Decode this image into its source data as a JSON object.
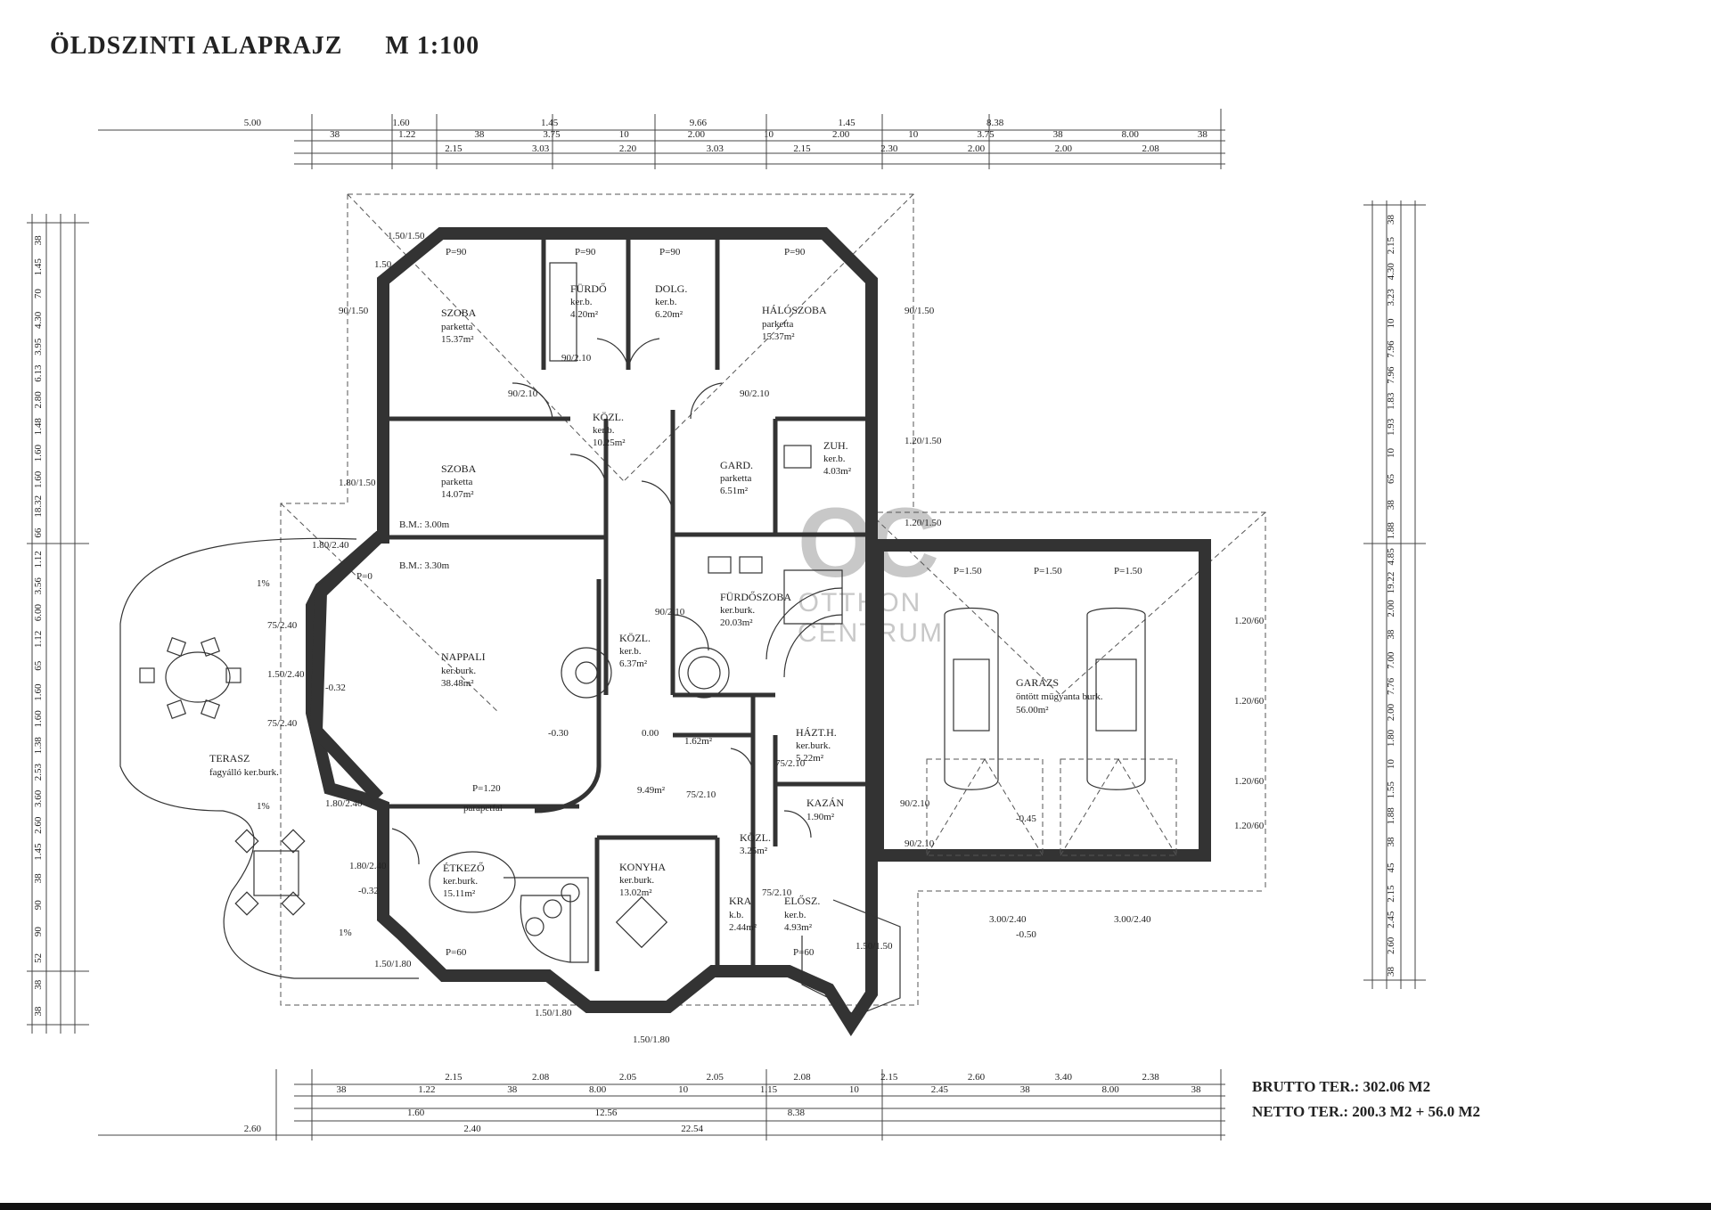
{
  "title": {
    "main": "ÖLDSZINTI ALAPRAJZ",
    "scale": "M 1:100"
  },
  "areas": {
    "brutto": "BRUTTO TER.: 302.06 M2",
    "netto": "NETTO TER.: 200.3 M2 + 56.0 M2"
  },
  "watermark": {
    "logo": "OC",
    "line1": "OTTHON",
    "line2": "CENTRUM"
  },
  "rooms": {
    "szoba1": {
      "name": "SZOBA",
      "floor": "parketta",
      "area": "15.37m²"
    },
    "furdo": {
      "name": "FÜRDŐ",
      "floor": "ker.b.",
      "area": "4.20m²"
    },
    "dolg": {
      "name": "DOLG.",
      "floor": "ker.b.",
      "area": "6.20m²"
    },
    "haloszoba": {
      "name": "HÁLÓSZOBA",
      "floor": "parketta",
      "area": "15.37m²"
    },
    "szoba2": {
      "name": "SZOBA",
      "floor": "parketta",
      "area": "14.07m²"
    },
    "kozl1": {
      "name": "KÖZL.",
      "floor": "ker.b.",
      "area": "10.25m²"
    },
    "gard": {
      "name": "GARD.",
      "floor": "parketta",
      "area": "6.51m²"
    },
    "zuh": {
      "name": "ZUH.",
      "floor": "ker.b.",
      "area": "4.03m²"
    },
    "furdoszoba": {
      "name": "FÜRDŐSZOBA",
      "floor": "ker.burk.",
      "area": "20.03m²"
    },
    "nappali": {
      "name": "NAPPALI",
      "floor": "ker.burk.",
      "area": "38.48m²"
    },
    "kozl2": {
      "name": "KÖZL.",
      "floor": "ker.b.",
      "area": "6.37m²"
    },
    "wc": {
      "name": "",
      "floor": "",
      "area": "1.62m²"
    },
    "haztb": {
      "name": "HÁZT.H.",
      "floor": "ker.burk.",
      "area": "5.22m²"
    },
    "garazs": {
      "name": "GARÁZS",
      "floor": "öntött műgyanta burk.",
      "area": "56.00m²"
    },
    "terasz": {
      "name": "TERASZ",
      "floor": "fagyálló ker.burk."
    },
    "etkezo": {
      "name": "ÉTKEZŐ",
      "floor": "ker.burk.",
      "area": "15.11m²"
    },
    "hall": {
      "area": "9.49m²"
    },
    "konyha": {
      "name": "KONYHA",
      "floor": "ker.burk.",
      "area": "13.02m²"
    },
    "kozl3": {
      "name": "KÖZL.",
      "area": "3.25m²"
    },
    "kamra": {
      "name": "KRA",
      "floor": "k.b.",
      "area": "2.44m²"
    },
    "elosz": {
      "name": "ELŐSZ.",
      "floor": "ker.b.",
      "area": "4.93m²"
    },
    "kazan": {
      "name": "KAZÁN",
      "area": "1.90m²"
    }
  },
  "labels": {
    "bm1": "B.M.: 3.00m",
    "bm2": "B.M.: 3.30m",
    "parapet": "parapetfal",
    "slope1": "1%",
    "slope2": "1%",
    "slope3": "1%",
    "lvl_nappali": "-0.30",
    "lvl_hall": "0.00",
    "lvl_garage": "-0.45",
    "lvl_out": "-0.50",
    "lvl_t1": "-0.32",
    "lvl_t2": "-0.32"
  },
  "openings": {
    "p90": "P=90",
    "p150": "P=1.50",
    "p120": "P=1.20",
    "p60": "P=60",
    "p0": "P=0"
  },
  "dims_top_row1": [
    "5.00",
    "1.60",
    "1.45",
    "9.66",
    "1.45",
    "8.38"
  ],
  "dims_top_row2": [
    "38",
    "1.22",
    "38",
    "3.75",
    "10",
    "2.00",
    "10",
    "2.00",
    "10",
    "3.75",
    "38",
    "8.00",
    "38"
  ],
  "dims_top_row3": [
    "2.15",
    "3.03",
    "2.20",
    "3.03",
    "2.15",
    "2.30",
    "2.00",
    "2.00",
    "2.08"
  ],
  "dims_bottom_row1": [
    "2.15",
    "2.08",
    "2.05",
    "2.05",
    "2.08",
    "2.15",
    "2.60",
    "3.40",
    "2.38"
  ],
  "dims_bottom_row2": [
    "38",
    "1.22",
    "38",
    "8.00",
    "10",
    "1.15",
    "10",
    "2.45",
    "38",
    "8.00",
    "38"
  ],
  "dims_bottom_row3": [
    "1.60",
    "12.56",
    "8.38"
  ],
  "dims_bottom_row4": [
    "2.60",
    "2.40",
    "22.54"
  ],
  "dims_left": [
    "38",
    "1.45",
    "70",
    "4.30",
    "3.95",
    "6.13",
    "2.80",
    "1.48",
    "1.60",
    "1.60",
    "18.32",
    "66",
    "1.12",
    "3.56",
    "6.00",
    "1.12",
    "65",
    "1.60",
    "1.60",
    "1.38",
    "2.53",
    "3.60",
    "2.60",
    "1.45",
    "38",
    "90",
    "90",
    "52",
    "38",
    "38"
  ],
  "dims_right": [
    "38",
    "2.15",
    "4.30",
    "3.23",
    "10",
    "7.96",
    "7.96",
    "1.83",
    "1.93",
    "10",
    "65",
    "38",
    "1.88",
    "4.85",
    "19.22",
    "2.00",
    "38",
    "7.00",
    "7.76",
    "2.00",
    "1.80",
    "10",
    "1.55",
    "1.88",
    "38",
    "45",
    "2.15",
    "2.45",
    "2.60",
    "38"
  ],
  "window_dims": [
    "1.50/1.50",
    "1.50",
    "90/1.50",
    "90/1.50",
    "1.80/1.50",
    "1.20/1.50",
    "1.20/1.50",
    "1.20/60",
    "1.20/60",
    "1.20/60",
    "1.20/60",
    "75/2.40",
    "1.50/2.40",
    "75/2.40",
    "1.80/2.40",
    "1.80/2.40",
    "1.80/2.40",
    "90/2.10",
    "90/2.10",
    "90/2.10",
    "90/2.10",
    "75/2.10",
    "75/2.10",
    "75/2.10",
    "90/2.10",
    "90/2.10",
    "3.00/2.40",
    "3.00/2.40",
    "1.50/1.80",
    "1.50/1.80",
    "1.50/1.80",
    "1.50/1.50"
  ]
}
